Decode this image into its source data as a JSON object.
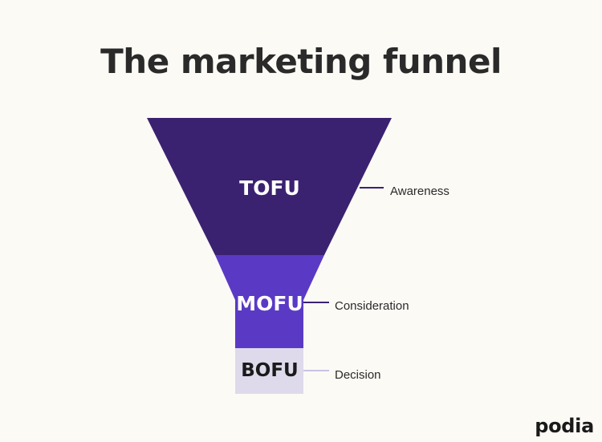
{
  "title": "The marketing funnel",
  "stages": [
    {
      "key": "tofu",
      "label": "TOFU",
      "description": "Awareness",
      "color": "#3a2271",
      "text_color": "#ffffff",
      "connector_color": "#3a2271"
    },
    {
      "key": "mofu",
      "label": "MOFU",
      "description": "Consideration",
      "color": "#5a3ac4",
      "text_color": "#ffffff",
      "connector_color": "#3a2271"
    },
    {
      "key": "bofu",
      "label": "BOFU",
      "description": "Decision",
      "color": "#dedaeb",
      "text_color": "#1a1a1a",
      "connector_color": "#c9c2e2"
    }
  ],
  "logo": "podia"
}
